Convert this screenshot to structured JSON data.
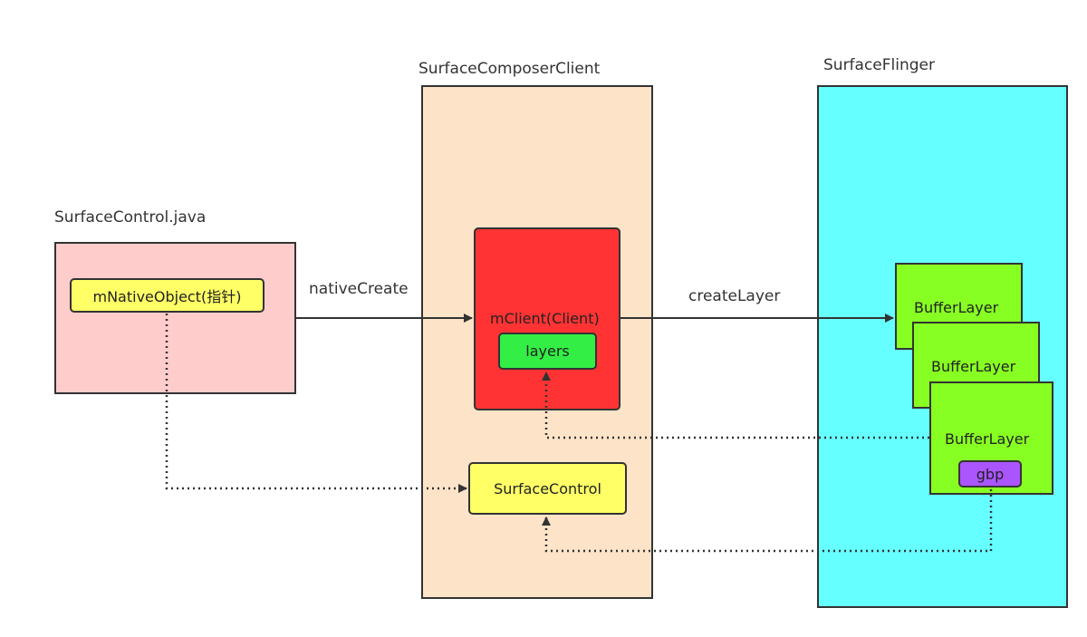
{
  "containers": {
    "surface_control_java": "SurfaceControl.java",
    "surface_composer_client": "SurfaceComposerClient",
    "surface_flinger": "SurfaceFlinger"
  },
  "nodes": {
    "m_native_object": "mNativeObject(指针)",
    "m_client": "mClient(Client)",
    "layers": "layers",
    "surface_control": "SurfaceControl",
    "buffer_layers": [
      "BufferLayer",
      "BufferLayer",
      "BufferLayer"
    ],
    "gbp": "gbp"
  },
  "edges": {
    "native_create": "nativeCreate",
    "create_layer": "createLayer"
  },
  "colors": {
    "java_box": "#ffcccc",
    "composer_box": "#fde3c8",
    "flinger_box": "#66ffff",
    "yellow": "#ffff66",
    "red": "#ff3333",
    "green": "#33ee44",
    "lime": "#88ff22",
    "purple": "#aa55ff"
  }
}
